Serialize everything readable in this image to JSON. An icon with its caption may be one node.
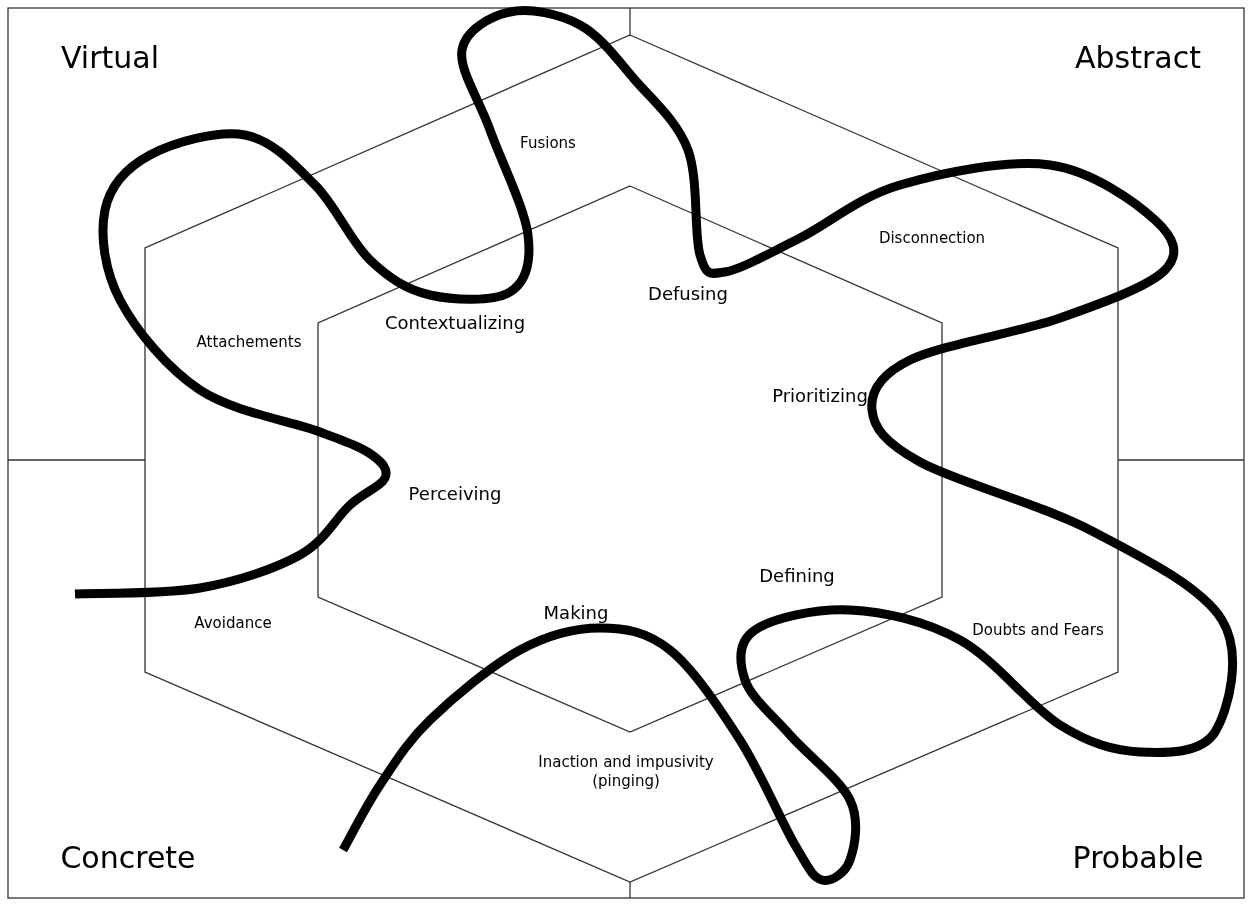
{
  "diagram": {
    "labels": [
      "Virtual",
      "Abstract",
      "Fusions",
      "Disconnection",
      "Attachements",
      "Contextualizing",
      "Defusing",
      "Prioritizing",
      "Perceiving",
      "Defining",
      "Making",
      "Avoidance",
      "Doubts and Fears",
      "Inaction and impusivity (pinging)",
      "Concrete",
      "Probable"
    ]
  }
}
